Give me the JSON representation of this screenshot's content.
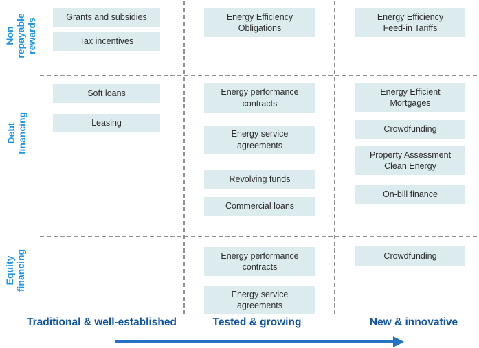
{
  "matrix": {
    "row_labels": [
      "Non repayable rewards",
      "Debt financing",
      "Equity financing"
    ],
    "column_labels": [
      "Traditional & well-established",
      "Tested & growing",
      "New & innovative"
    ],
    "cells": {
      "r0c0": [
        "Grants and subsidies",
        "Tax incentives"
      ],
      "r0c1": [
        "Energy Efficiency Obligations"
      ],
      "r0c2": [
        "Energy Efficiency Feed-in Tariffs"
      ],
      "r1c0": [
        "Soft loans",
        "Leasing"
      ],
      "r1c1": [
        "Energy performance contracts",
        "Energy service agreements",
        "Revolving funds",
        "Commercial loans"
      ],
      "r1c2": [
        "Energy Efficient Mortgages",
        "Crowdfunding",
        "Property Assessment Clean Energy",
        "On-bill finance"
      ],
      "r2c1": [
        "Energy performance contracts",
        "Energy service agreements"
      ],
      "r2c2": [
        "Crowdfunding"
      ]
    }
  },
  "colors": {
    "row_label_blue": "#1e96e8",
    "column_label_blue": "#0f55a5",
    "arrow_blue": "#2473c5",
    "box_fill": "#dcebee",
    "box_text": "#2d2d2d",
    "grid_dash_gray": "#909090"
  }
}
